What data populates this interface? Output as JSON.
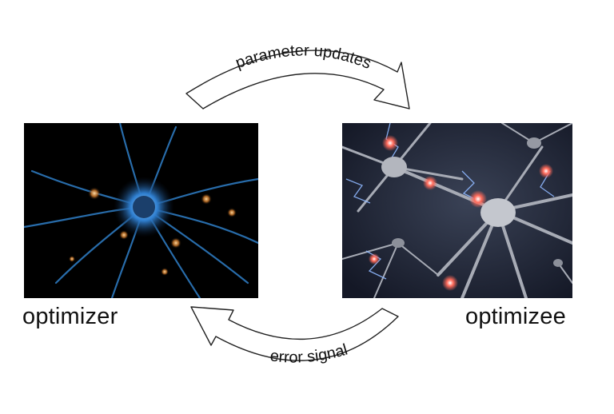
{
  "top_arrow": {
    "label": "parameter updates"
  },
  "bottom_arrow": {
    "label": "error signal"
  },
  "left_node": {
    "label": "optimizer",
    "image": "neuron-glowing-blue"
  },
  "right_node": {
    "label": "optimizee",
    "image": "neural-network-electric"
  },
  "colors": {
    "arrow_stroke": "#222222",
    "arrow_fill": "#ffffff",
    "optimizer_bg": "#000000",
    "optimizer_cell": "#3a8fd8",
    "optimizee_bg": "#1c2233",
    "optimizee_cell": "#b9bcc4",
    "spark": "#ff6a5a"
  }
}
